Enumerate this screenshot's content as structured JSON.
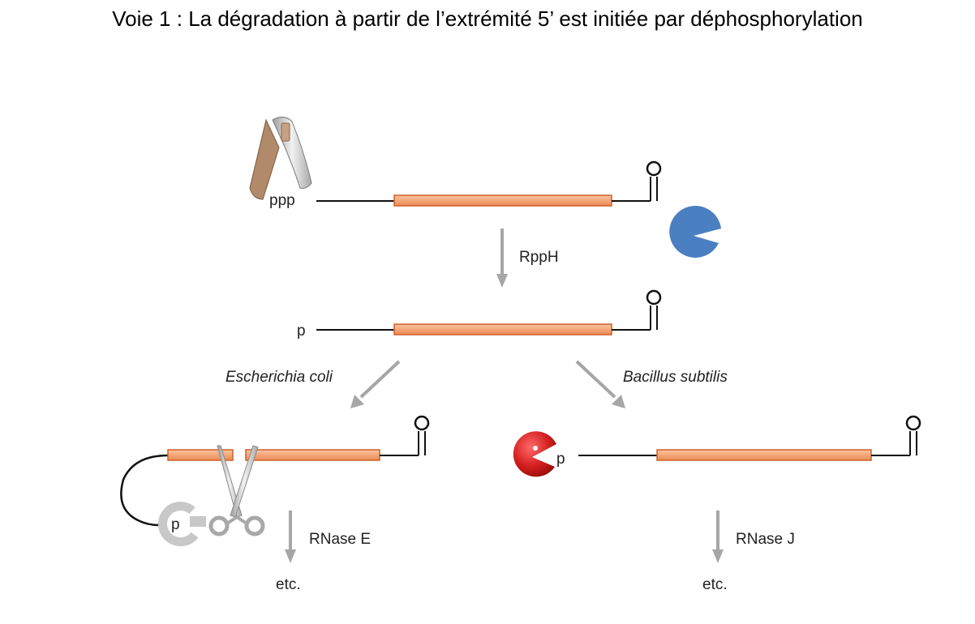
{
  "title": "Voie 1 : La dégradation à partir de l’extrémité 5’ est  initiée par déphosphorylation",
  "labels": {
    "triphosphate": "ppp",
    "monophosphate": "p",
    "enzyme_top": "RppH",
    "organism_left": "Escherichia coli",
    "organism_right": "Bacillus subtilis",
    "enzyme_left": "RNase E",
    "enzyme_right": "RNase J",
    "etc_left": "etc.",
    "etc_right": "etc.",
    "p_left_bottom": "p",
    "p_right_bottom": "p"
  },
  "colors": {
    "rna_bar": "#f4a77a",
    "rna_bar_stroke": "#d0602a",
    "arrow": "#a6a6a6",
    "pacman_blue": "#4a7fc1",
    "pacman_red": "#d42020",
    "ring_gray": "#c8c8c8"
  }
}
